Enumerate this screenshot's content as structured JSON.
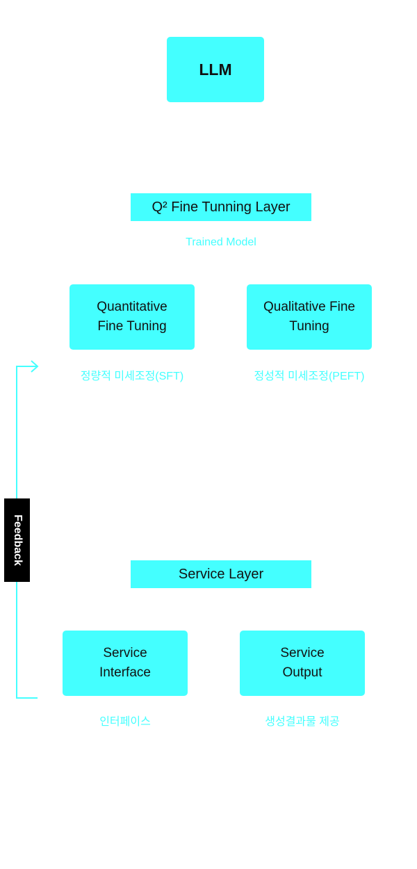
{
  "colors": {
    "accent": "#44ffff",
    "text": "#111111",
    "tab_bg": "#000000",
    "tab_text": "#ffffff"
  },
  "llm": {
    "label": "LLM"
  },
  "fine_tuning_layer": {
    "title": "Q² Fine Tunning Layer",
    "subtitle": "Trained Model",
    "nodes": [
      {
        "label": "Quantitative\nFine Tuning",
        "caption": "정량적 미세조정(SFT)"
      },
      {
        "label": "Qualitative Fine\nTuning",
        "caption": "정성적 미세조정(PEFT)"
      }
    ]
  },
  "service_layer": {
    "title": "Service Layer",
    "nodes": [
      {
        "label": "Service\nInterface",
        "caption": "인터페이스"
      },
      {
        "label": "Service\nOutput",
        "caption": "생성결과물 제공"
      }
    ]
  },
  "feedback": {
    "label": "Feedback"
  }
}
